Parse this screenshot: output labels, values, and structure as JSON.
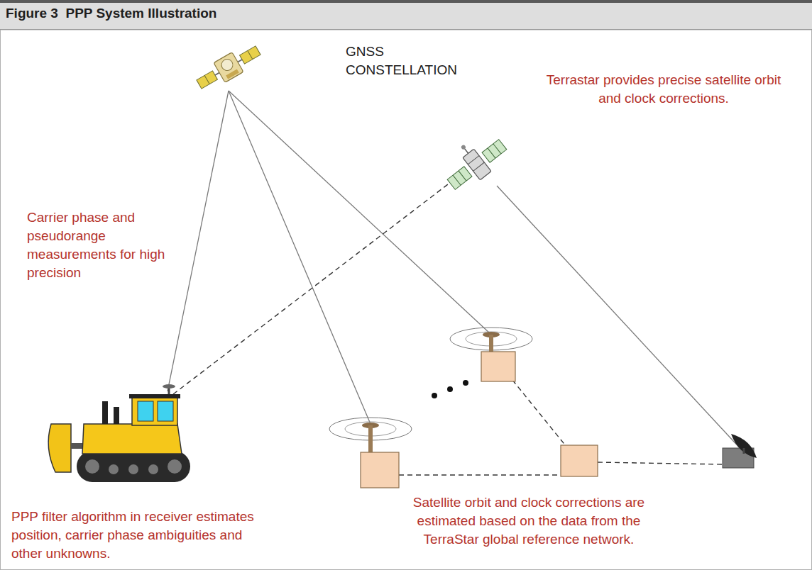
{
  "diagram": {
    "title": "Figure 3  PPP System Illustration",
    "labels": [
      "GNSS CONSTELLATION",
      "Carrier phase and pseudorange measurements for high precision",
      "Terrastar provides precise satellite orbit and clock corrections.",
      "PPP filter algorithm in receiver estimates position, carrier phase ambiguities and other unknowns.",
      "Satellite orbit and clock corrections are estimated based on the data from the TerraStar global reference network."
    ]
  }
}
